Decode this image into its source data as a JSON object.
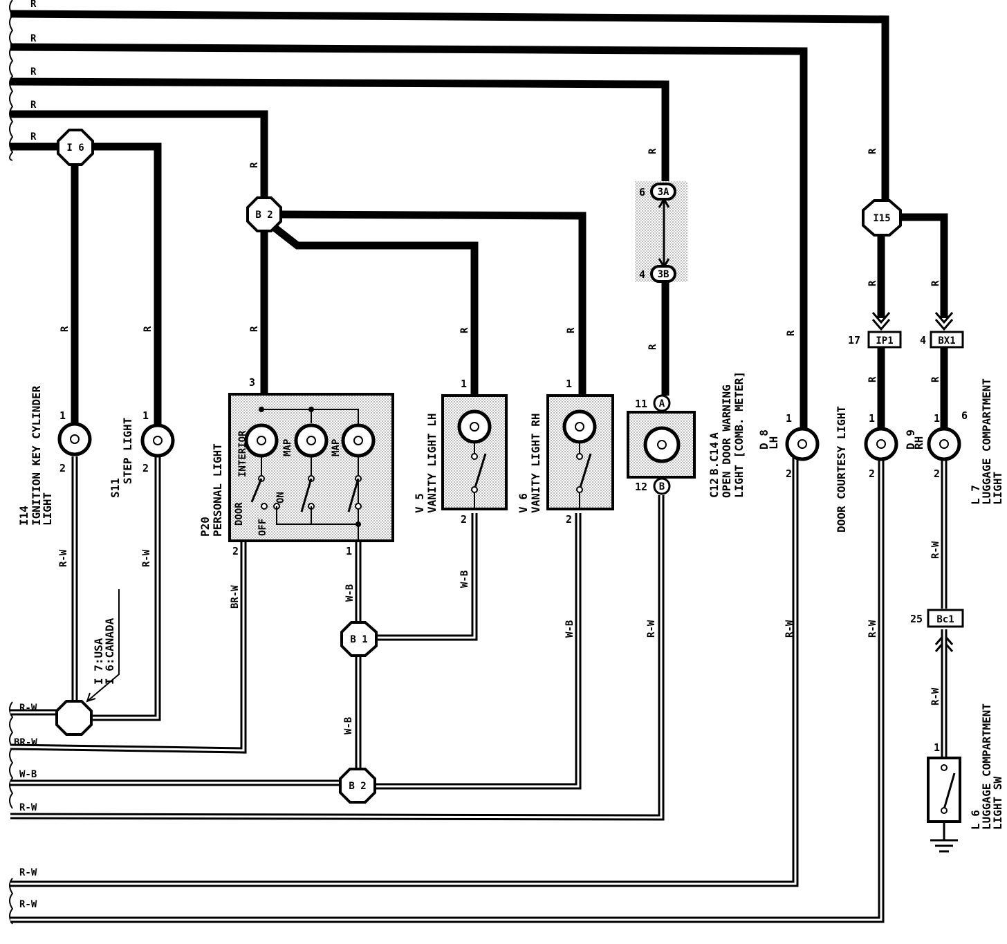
{
  "wire_colors": {
    "r": "R",
    "rw": "R-W",
    "brw": "BR-W",
    "wb": "W-B"
  },
  "connectors": {
    "i6": "I 6",
    "b2_top": "B 2",
    "b1": "B 1",
    "b2_bot": "B 2",
    "i15": "I15",
    "ip1": "IP1",
    "bx1": "BX1",
    "bc1": "Bc1",
    "c3a": "3A",
    "c3b": "3B",
    "ip1_pin": "17",
    "bx1_pin": "4",
    "bc1_pin": "25",
    "c3a_pin": "6",
    "c3b_pin": "4"
  },
  "note": {
    "line1": "I 7:USA",
    "line2": "I 6:CANADA"
  },
  "components": {
    "i14": {
      "code": "I14",
      "name1": "IGNITION KEY CYLINDER",
      "name2": "LIGHT"
    },
    "s11": {
      "code": "S11",
      "name1": "STEP LIGHT"
    },
    "p20": {
      "code": "P20",
      "name1": "PERSONAL LIGHT",
      "interior": "INTERIOR",
      "map1": "MAP",
      "map2": "MAP",
      "door": "DOOR",
      "off": "OFF",
      "on": "ON"
    },
    "v5": {
      "code": "V 5",
      "name1": "VANITY LIGHT LH"
    },
    "v6": {
      "code": "V 6",
      "name1": "VANITY LIGHT RH"
    },
    "c12": {
      "code": "C12",
      "sep": ".C14",
      "b": "B",
      "a": "A",
      "name1": "OPEN DOOR WARNING",
      "name2": "LIGHT [COMB. METER]",
      "pin_a": "A",
      "pin_b": "B"
    },
    "d8": {
      "code": "D 8",
      "side": "LH"
    },
    "d9": {
      "code": "D 9",
      "side": "RH"
    },
    "door_courtesy": "DOOR COURTESY LIGHT",
    "l7": {
      "code": "L 7",
      "name1": "LUGGAGE COMPARTMENT",
      "name2": "LIGHT"
    },
    "l6": {
      "code": "L 6",
      "name1": "LUGGAGE COMPARTMENT",
      "name2": "LIGHT SW"
    }
  },
  "pins": {
    "p1": "1",
    "p2": "2",
    "p3": "3",
    "p11": "11",
    "p12": "12",
    "p6": "6"
  }
}
